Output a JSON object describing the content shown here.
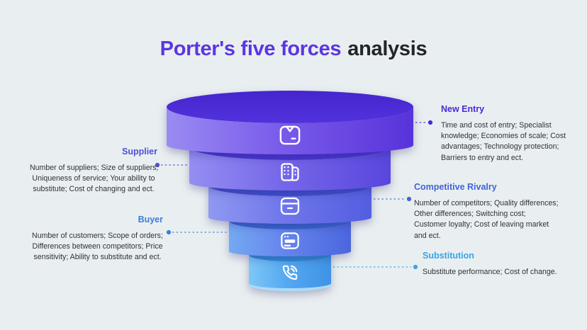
{
  "title": {
    "highlight": "Porter's five forces",
    "rest": "analysis",
    "highlight_color": "#5b35e4",
    "rest_color": "#23232b"
  },
  "background_color": "#e9eff0",
  "forces": [
    {
      "name": "New Entry",
      "accent": "#4829d9",
      "side": "right",
      "tier": 1,
      "icon": "package-icon",
      "lines": [
        "Time and cost of entry; Specialist",
        "knowledge; Economies of scale; Cost",
        "advantages; Technology protection;",
        "Barriers to entry and ect."
      ]
    },
    {
      "name": "Supplier",
      "accent": "#4b50db",
      "side": "left",
      "tier": 2,
      "icon": "buildings-icon",
      "lines": [
        "Number of suppliers; Size of suppliers;",
        "Uniqueness of service; Your ability to",
        "substitute; Cost of changing and ect."
      ]
    },
    {
      "name": "Competitive Rivalry",
      "accent": "#3f63dc",
      "side": "right",
      "tier": 3,
      "icon": "storage-box-icon",
      "lines": [
        "Number of competitors; Quality differences;",
        "Other differences; Switching cost;",
        "Customer loyalty; Cost of leaving market",
        "and ect."
      ]
    },
    {
      "name": "Buyer",
      "accent": "#3c7ce0",
      "side": "left",
      "tier": 4,
      "icon": "browser-window-icon",
      "lines": [
        "Number of customers; Scope of orders;",
        "Differences between competitors; Price",
        "sensitivity; Ability to substitute and ect."
      ]
    },
    {
      "name": "Substitution",
      "accent": "#3aa4e4",
      "side": "right",
      "tier": 5,
      "icon": "phone-call-icon",
      "lines": [
        "Substitute performance; Cost of change."
      ]
    }
  ],
  "funnel": {
    "tiers": [
      {
        "top_color": "#4a2ad5",
        "band_left": "#9a8bf3",
        "band_right": "#5733da"
      },
      {
        "top_color": "#4a36d3",
        "band_left": "#958ef2",
        "band_right": "#5946de"
      },
      {
        "top_color": "#4050cf",
        "band_left": "#8f99f2",
        "band_right": "#535ee0"
      },
      {
        "top_color": "#3a66d2",
        "band_left": "#73a9f3",
        "band_right": "#4b66de"
      },
      {
        "top_color": "#2f8ed9",
        "band_left": "#7ec7f7",
        "band_right": "#3e93e6",
        "bottom_rim": "#aadcfa"
      }
    ]
  }
}
